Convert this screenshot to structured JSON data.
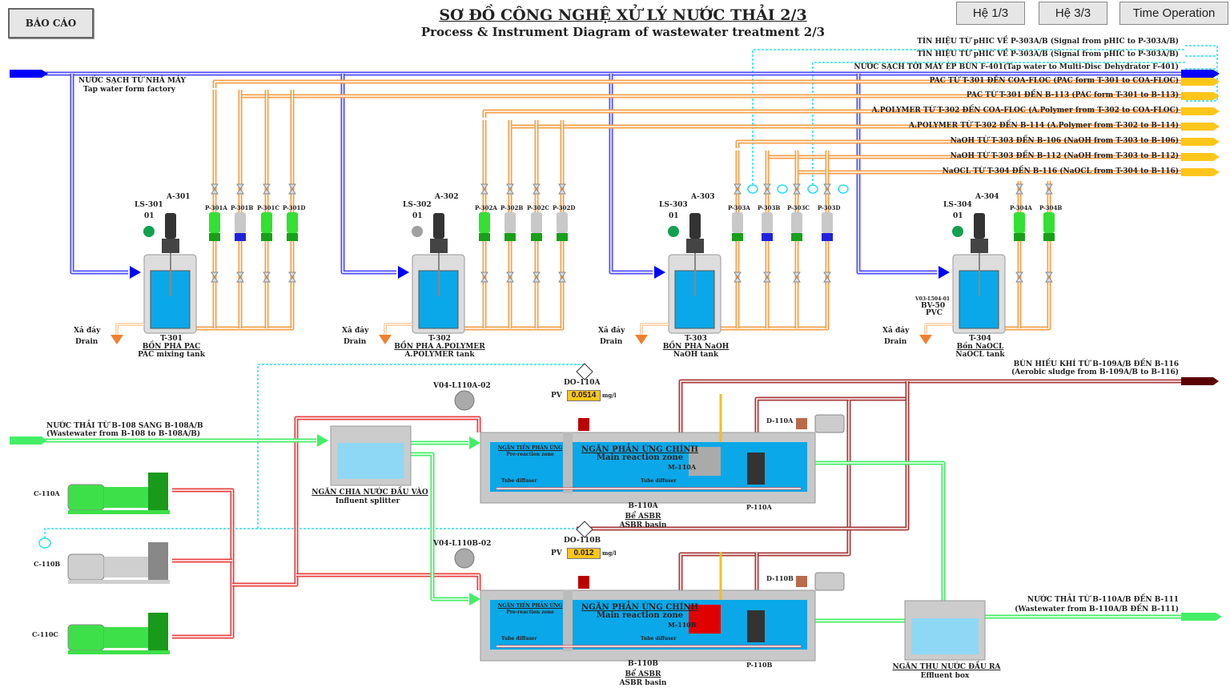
{
  "header": {
    "report_button": "BÁO CÁO",
    "title": "SƠ ĐỒ CÔNG NGHỆ XỬ LÝ NƯỚC THẢI 2/3",
    "subtitle": "Process & Instrument Diagram of wastewater treatment 2/3",
    "nav": [
      "Hệ 1/3",
      "Hệ 3/3",
      "Time Operation"
    ]
  },
  "lines": {
    "signal1": "TÍN HIỆU TỪ pHIC VỀ P-303A/B (Signal from pHIC to P-303A/B)",
    "signal2": "TÍN HIỆU TỪ pHIC VỀ P-303A/B  (Signal from pHIC to P-303A/B)",
    "tap_f401": "NƯỚC SẠCH TỚI MÁY ÉP BÙN F-401(Tap water to Multi-Disc Dehydrator F-401)",
    "pac_coa": "PAC TỪ T-301 ĐẾN COA-FLOC (PAC form T-301 to COA-FLOC)",
    "pac_b113": "PAC TỪ T-301 ĐẾN B-113 (PAC form T-301 to B-113)",
    "poly_coa": "A.POLYMER TỪ T-302 ĐẾN COA-FLOC (A.Polymer from T-302 to COA-FLOC)",
    "poly_b114": "A.POLYMER TỪ T-302 ĐẾN B-114 (A.Polymer from T-302 to B-114)",
    "naoh_b106": "NaOH TỪ T-303 ĐẾN B-106 (NaOH from T-303 to B-106)",
    "naoh_b112": "NaOH TỪ T-303 ĐẾN B-112 (NaOH from T-303 to B-112)",
    "naocl_b116": "NaOCL TỪ T-304 ĐẾN B-116 (NaOCL from T-304 to B-116)",
    "tap_in_vi": "NƯỚC SẠCH TỪ NHÀ MÁY",
    "tap_in_en": "Tap water form factory",
    "sludge_vi": "BÙN HIẾU KHÍ TỪ B-109A/B ĐẾN B-116",
    "sludge_en": "(Aerobic sludge from B-109A/B to B-116)",
    "ww_in_vi": "NƯỚC THẢI TỪ B-108 SANG B-108A/B",
    "ww_in_en": "(Wastewater from B-108 to B-108A/B)",
    "ww_out_vi": "NƯỚC THẢI TỪ B-110A/B ĐẾN B-111",
    "ww_out_en": "(Wastewater from B-110A/B ĐẾN B-111)"
  },
  "tanks": [
    {
      "id": "T-301",
      "agitator": "A-301",
      "ls": "LS-301",
      "ls_val": "01",
      "vi": "BỒN PHA PAC",
      "en": "PAC mixing tank",
      "pumps": [
        "P-301A",
        "P-301B",
        "P-301C",
        "P-301D"
      ],
      "drain_vi": "Xả đáy",
      "drain_en": "Drain",
      "ls_color": "#12a050"
    },
    {
      "id": "T-302",
      "agitator": "A-302",
      "ls": "LS-302",
      "ls_val": "01",
      "vi": "BỒN PHA A.POLYMER",
      "en": "A.POLYMER tank",
      "pumps": [
        "P-302A",
        "P-302B",
        "P-302C",
        "P-302D"
      ],
      "drain_vi": "Xả đáy",
      "drain_en": "Drain",
      "ls_color": "#a0a0a0"
    },
    {
      "id": "T-303",
      "agitator": "A-303",
      "ls": "LS-303",
      "ls_val": "01",
      "vi": "BỒN PHA NaOH",
      "en": "NaOH tank",
      "pumps": [
        "P-303A",
        "P-303B",
        "P-303C",
        "P-303D"
      ],
      "drain_vi": "Xả đáy",
      "drain_en": "Drain",
      "ls_color": "#12a050"
    },
    {
      "id": "T-304",
      "agitator": "A-304",
      "ls": "LS-304",
      "ls_val": "01",
      "vi": "Bồn NaOCL",
      "en": "NaOCL tank",
      "pumps": [
        "P-304A",
        "P-304B"
      ],
      "drain_vi": "Xả đáy",
      "drain_en": "Drain",
      "ls_color": "#12a050",
      "valve": "V03-L504-01",
      "valve2": "BV-50",
      "valve3": "PVC"
    }
  ],
  "splitter": {
    "vi": "NGĂN CHIA NƯỚC ĐẦU VÀO",
    "en": "Influent splitter"
  },
  "effluent": {
    "vi": "NGĂN THU NƯỚC ĐẦU RA",
    "en": "Effluent box"
  },
  "basins": [
    {
      "id": "B-110A",
      "vi": "Bể ASBR",
      "en": "ASBR basin",
      "pre_vi": "NGĂN TIỀN PHẢN ỨNG",
      "pre_en": "Pre-reaction zone",
      "main_vi": "NGĂN PHẢN ỨNG CHÍNH",
      "main_en": "Main reaction zone",
      "mixer": "M-110A",
      "pump": "P-110A",
      "decanter": "D-110A",
      "diffuser": "Tube diffuser",
      "valve": "V04-L110A-02",
      "do": "DO-110A",
      "pv_label": "PV",
      "pv": "0.0514",
      "unit": "mg/l"
    },
    {
      "id": "B-110B",
      "vi": "Bể ASBR",
      "en": "ASBR basin",
      "pre_vi": "NGĂN TIỀN PHẢN ỨNG",
      "pre_en": "Pre-reaction zone",
      "main_vi": "NGĂN PHẢN ỨNG CHÍNH",
      "main_en": "Main reaction zone",
      "mixer": "M-110B",
      "pump": "P-110B",
      "decanter": "D-110B",
      "diffuser": "Tube diffuser",
      "valve": "V04-L110B-02",
      "do": "DO-110B",
      "pv_label": "PV",
      "pv": "0.012",
      "unit": "mg/l"
    }
  ],
  "blowers": [
    "C-110A",
    "C-110B",
    "C-110C"
  ],
  "blower_colors": [
    "#3ee04a",
    "#cfcfcf",
    "#3ee04a"
  ],
  "colors": {
    "tap": "#4d4dff",
    "chem": "#f5a04a",
    "air": "#e84040",
    "water": "#44ee66",
    "sludge": "#a83a3a",
    "signal": "#22e0f0",
    "tank": "#0aa8e8"
  }
}
